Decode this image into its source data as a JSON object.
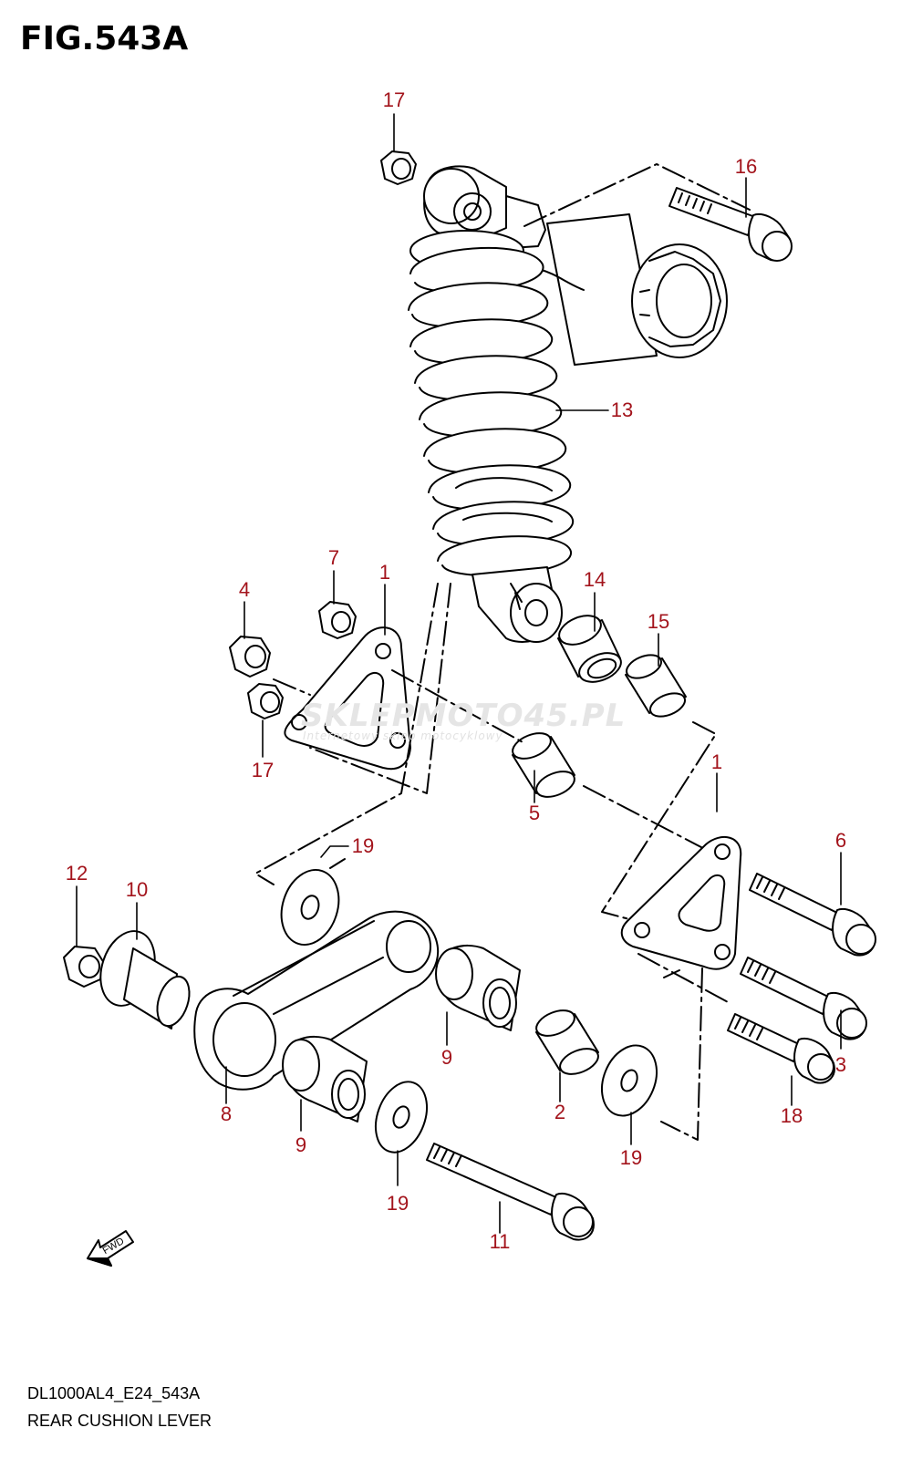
{
  "figure": {
    "title": "FIG.543A",
    "code": "DL1000AL4_E24_543A",
    "name": "REAR CUSHION LEVER",
    "watermark": "SKLEPMOTO45.PL",
    "watermark_tagline": "Internetowy sklep motocyklowy",
    "fwd_label": "FWD"
  },
  "callouts": [
    {
      "id": "c17a",
      "label": "17"
    },
    {
      "id": "c16",
      "label": "16"
    },
    {
      "id": "c13",
      "label": "13"
    },
    {
      "id": "c7",
      "label": "7"
    },
    {
      "id": "c1a",
      "label": "1"
    },
    {
      "id": "c4",
      "label": "4"
    },
    {
      "id": "c14",
      "label": "14"
    },
    {
      "id": "c15",
      "label": "15"
    },
    {
      "id": "c17b",
      "label": "17"
    },
    {
      "id": "c5",
      "label": "5"
    },
    {
      "id": "c1b",
      "label": "1"
    },
    {
      "id": "c19a",
      "label": "19"
    },
    {
      "id": "c6",
      "label": "6"
    },
    {
      "id": "c12",
      "label": "12"
    },
    {
      "id": "c10",
      "label": "10"
    },
    {
      "id": "c9a",
      "label": "9"
    },
    {
      "id": "c3",
      "label": "3"
    },
    {
      "id": "c8",
      "label": "8"
    },
    {
      "id": "c2",
      "label": "2"
    },
    {
      "id": "c18",
      "label": "18"
    },
    {
      "id": "c9b",
      "label": "9"
    },
    {
      "id": "c19b",
      "label": "19"
    },
    {
      "id": "c19c",
      "label": "19"
    },
    {
      "id": "c11",
      "label": "11"
    }
  ]
}
